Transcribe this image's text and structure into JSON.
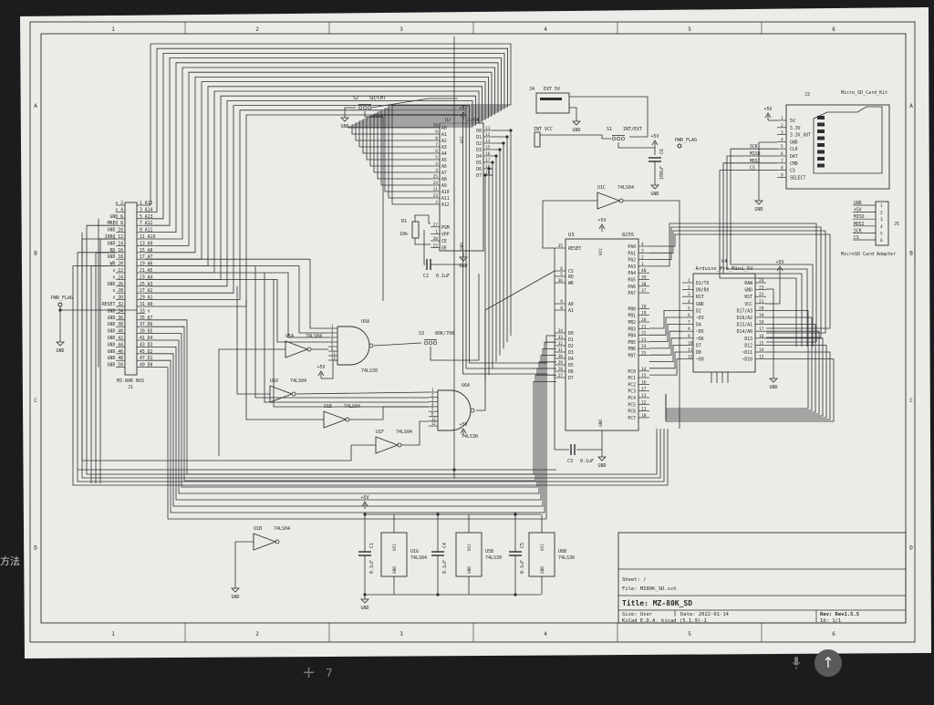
{
  "screen": {
    "left_text": "方法",
    "input_plus": "+",
    "input_text": "7",
    "send_icon": "arrow-up-icon",
    "mic_icon": "microphone-icon"
  },
  "frame": {
    "columns": [
      "1",
      "2",
      "3",
      "4",
      "5",
      "6"
    ],
    "rows": [
      "A",
      "B",
      "C",
      "D"
    ]
  },
  "title_block": {
    "sheet": "Sheet: /",
    "file": "File: MZ80K_SD.sch",
    "title": "Title: MZ-80K_SD",
    "size": "Size: User",
    "date": "Date: 2022-01-14",
    "tool": "KiCad E.D.A.  kicad (5.1.9)-1",
    "rev": "Rev: Rev1.5.5",
    "id": "Id: 1/1"
  },
  "components": {
    "J1": {
      "ref": "J1",
      "value": "MZ-80K BUS",
      "left": [
        "x 2",
        "x 4",
        "GND 6",
        "MREQ 8",
        "GND 10",
        "IORQ 12",
        "GND 14",
        "RD 16",
        "GND 18",
        "WR 20",
        "x 22",
        "x 24",
        "GND 26",
        "x 28",
        "x 30",
        "RESET 32",
        "GND 34",
        "GND 36",
        "GND 38",
        "GND 40",
        "GND 42",
        "GND 44",
        "GND 46",
        "GND 48",
        "GND 50"
      ],
      "right": [
        "1 A15",
        "3 A14",
        "5 A13",
        "7 A12",
        "9 A11",
        "11 A10",
        "13 A9",
        "15 A8",
        "17 A7",
        "19 A6",
        "21 A5",
        "23 A4",
        "25 A3",
        "27 A2",
        "29 A1",
        "31 A0",
        "33 x",
        "35 D7",
        "37 D6",
        "39 D5",
        "41 D4",
        "43 D3",
        "45 D2",
        "47 D1",
        "49 D0"
      ]
    },
    "U2": {
      "ref": "U2",
      "value": "2764",
      "vcc": "VCC",
      "gnd": "GND",
      "left": [
        "A0",
        "A1",
        "A2",
        "A3",
        "A4",
        "A5",
        "A6",
        "A7",
        "A8",
        "A9",
        "A10",
        "A11",
        "A12",
        "PGM",
        "VPP",
        "CE",
        "OE"
      ],
      "left_pins": [
        "10",
        "9",
        "8",
        "7",
        "6",
        "5",
        "4",
        "3",
        "25",
        "24",
        "21",
        "23",
        "2",
        "27",
        "1",
        "20",
        "22"
      ],
      "right": [
        "D0",
        "D1",
        "D2",
        "D3",
        "D4",
        "D5",
        "D6",
        "D7"
      ],
      "right_pins": [
        "11",
        "12",
        "13",
        "15",
        "16",
        "17",
        "18",
        "19"
      ]
    },
    "U3": {
      "ref": "U3",
      "value": "8255",
      "vcc": "VCC",
      "gnd": "GND",
      "left": [
        "RESET",
        "CS",
        "RD",
        "WR",
        "A0",
        "A1",
        "D0",
        "D1",
        "D2",
        "D3",
        "D4",
        "D5",
        "D6",
        "D7"
      ],
      "left_pins": [
        "35",
        "6",
        "5",
        "36",
        "9",
        "8",
        "34",
        "33",
        "32",
        "31",
        "30",
        "29",
        "28",
        "27"
      ],
      "right": [
        "PA0",
        "PA1",
        "PA2",
        "PA3",
        "PA4",
        "PA5",
        "PA6",
        "PA7",
        "PB0",
        "PB1",
        "PB2",
        "PB3",
        "PB4",
        "PB5",
        "PB6",
        "PB7",
        "PC0",
        "PC1",
        "PC2",
        "PC3",
        "PC4",
        "PC5",
        "PC6",
        "PC7"
      ],
      "right_pins": [
        "4",
        "3",
        "2",
        "1",
        "40",
        "39",
        "38",
        "37",
        "18",
        "19",
        "20",
        "21",
        "22",
        "23",
        "24",
        "25",
        "14",
        "15",
        "16",
        "17",
        "13",
        "12",
        "11",
        "10"
      ]
    },
    "U4": {
      "ref": "U4",
      "value": "Arduino_Pro_Mini_5V",
      "left": [
        "D1/TX",
        "D0/RX",
        "RST",
        "GND",
        "D2",
        "~D3",
        "D4",
        "~D5",
        "~D6",
        "D7",
        "D8",
        "~D9"
      ],
      "left_pins": [
        "1",
        "2",
        "3",
        "4",
        "5",
        "6",
        "7",
        "8",
        "9",
        "10",
        "11",
        "12"
      ],
      "right": [
        "RAW",
        "GND",
        "RST",
        "VCC",
        "D17/A3",
        "D16/A2",
        "D15/A1",
        "D14/A0",
        "D13",
        "D12",
        "~D11",
        "~D10"
      ],
      "right_pins": [
        "24",
        "23",
        "22",
        "21",
        "20",
        "19",
        "18",
        "17",
        "16",
        "15",
        "14",
        "13"
      ]
    },
    "J2": {
      "ref": "J2",
      "value": "Micro_SD_Card_Kit",
      "pins": [
        "5V",
        "3.3V",
        "3.3V_OUT",
        "GND",
        "CLK",
        "DAT",
        "CMD",
        "CS",
        "SELECT"
      ],
      "nets": [
        "",
        "",
        "",
        "",
        "SCK",
        "MISO",
        "MOSI",
        "CS",
        ""
      ]
    },
    "J5": {
      "ref": "J5",
      "value": "MicroSD Card Adapter",
      "pins": [
        "GND",
        "+5V",
        "MISO",
        "MOSI",
        "SCK",
        "CS"
      ]
    },
    "J4": {
      "ref": "J4",
      "value": "EXT 5V"
    },
    "J3": {
      "ref": "J3",
      "value": "INT VCC"
    },
    "S1": {
      "ref": "S1",
      "value": "INT/EXT"
    },
    "S2": {
      "ref": "S2",
      "value": "SD/CMT"
    },
    "S3": {
      "ref": "S3",
      "value": "80K/700"
    },
    "R1": {
      "ref": "R1",
      "value": "10k"
    },
    "C2": {
      "ref": "C2",
      "value": "0.1uF"
    },
    "C3": {
      "ref": "C3",
      "value": "0.1uF"
    },
    "C6": {
      "ref": "C6",
      "value": "100uF"
    },
    "C1": {
      "ref": "C1",
      "value": "0.1uF"
    },
    "C4": {
      "ref": "C4",
      "value": "0.1uF"
    },
    "C5": {
      "ref": "C5",
      "value": "0.1uF"
    },
    "U1A": {
      "ref": "U5A",
      "value": "74LS04"
    },
    "U5A": {
      "ref": "U5A",
      "value": "74LS30"
    },
    "U6A": {
      "ref": "U6A",
      "value": "74LS30"
    },
    "U1C": {
      "ref": "U1C",
      "value": "74LS04"
    },
    "U1D": {
      "ref": "U1D",
      "value": "74LS04"
    },
    "U1E": {
      "ref": "U1E",
      "value": "74LS04"
    },
    "U1F": {
      "ref": "U1F",
      "value": "74LS04"
    },
    "U1B": {
      "ref": "U1B",
      "value": "74LS04"
    },
    "U1G": {
      "ref": "U1G",
      "value": "74LS04"
    },
    "U5B": {
      "ref": "U5B",
      "value": "74LS30"
    },
    "U6B": {
      "ref": "U6B",
      "value": "74LS30"
    }
  },
  "nets": {
    "vcc": "+5V",
    "gnd": "GND",
    "pwr_flag": "PWR_FLAG"
  },
  "colors": {
    "sheet": "#ecebe8",
    "ink": "#2e2e2e",
    "background": "#1c1c1e"
  }
}
